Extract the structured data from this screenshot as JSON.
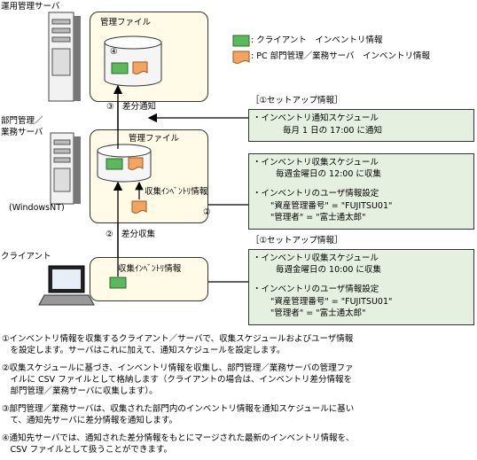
{
  "labels": {
    "top_server": "運用管理サーバ",
    "dept_server_line1": "部門管理／",
    "dept_server_line2": "業務サーバ",
    "windows_nt": "(WindowsNT)",
    "client": "クライアント",
    "file_top": "管理ファイル",
    "file_mid": "管理ファイル",
    "circle4": "④",
    "collect_mid": "収集ｲﾝﾍﾞﾝﾄﾘ情報",
    "collect_bottom": "収集ｲﾝﾍﾞﾝﾄﾘ情報",
    "circle2_right": "②",
    "step3": "③　差分通知",
    "step2": "②　差分収集"
  },
  "legend": {
    "client_label": ": クライアント　インベントリ情報",
    "pc_label": ": PC 部門管理／業務サーバ　インベントリ情報",
    "client_color": "#5cb85c",
    "pc_color": "#f4a460"
  },
  "setup1": {
    "title": "［①セットアップ情報］",
    "lines": [
      "・インベントリ通知スケジュール",
      "毎月 1 日の 17:00 に通知"
    ]
  },
  "setup_mid": {
    "lines": [
      "・インベントリ収集スケジュール",
      "毎週金曜日の 12:00 に収集",
      "・インベントリのユーザ情報設定",
      "\"資産管理番号\" = \"FUJITSU01\"",
      "\"管理者\" = \"富士通太郎\""
    ]
  },
  "setup2": {
    "title": "［①セットアップ情報］",
    "lines": [
      "・インベントリ収集スケジュール",
      "毎週金曜日の 10:00 に収集",
      "・インベントリのユーザ情報設定",
      "\"資産管理番号\" = \"FUJITSU01\"",
      "\"管理者\" = \"富士通太郎\""
    ]
  },
  "notes": [
    "①インベントリ情報を収集するクライアント／サーバで、収集スケジュールおよびユーザ情報",
    "　を設定します。サーバはこれに加えて、通知スケジュールを設定します。",
    "②収集スケジュールに基づき、インベントリ情報を収集し、部門管理／業務サーバの管理ファ",
    "　イルに CSV ファイルとして格納します（クライアントの場合は、インベントリ差分情報を",
    "　部門管理／業務サーバに収集します）。",
    "③部門管理／業務サーバは、収集された部門内のインベントリ情報を通知スケジュールに基い",
    "　て、通知先サーバに差分情報を通知します。",
    "④通知先サーバでは、通知された差分情報をもとにマージされた最新のインベントリ情報を、",
    "　CSV ファイルとして扱うことができます。"
  ]
}
